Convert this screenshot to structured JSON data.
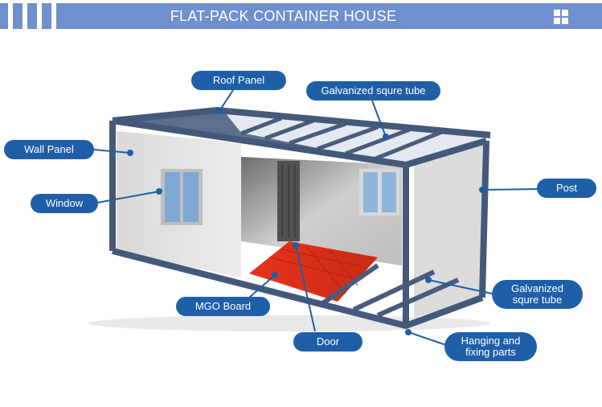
{
  "header": {
    "title": "FLAT-PACK CONTAINER HOUSE",
    "menu_icon": "grid-icon",
    "accent_color": "#6f8fce"
  },
  "labels": {
    "roof_panel": "Roof Panel",
    "galvanized_top": "Galvanized squre tube",
    "wall_panel": "Wall Panel",
    "window": "Window",
    "post": "Post",
    "galvanized_bottom_1": "Galvanized",
    "galvanized_bottom_2": "squre tube",
    "mgo_board": "MGO Board",
    "door": "Door",
    "hanging_1": "Hanging and",
    "hanging_2": "fixing parts"
  },
  "colors": {
    "label_bg": "#1f5fa8",
    "frame": "#44587a",
    "floor": "#e8331c"
  }
}
